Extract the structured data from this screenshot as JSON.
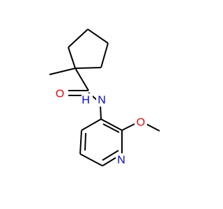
{
  "molecule": {
    "colors": {
      "bond": "#000000",
      "carbon": "#000000",
      "oxygen": "#ff0000",
      "nitrogen_pyridine": "#0000ff",
      "nitrogen_amide": "#0000ff",
      "background": "#ffffff"
    },
    "labels": {
      "amide_oxygen": "O",
      "amide_nitrogen": "N",
      "amide_hydrogen": "H",
      "ether_oxygen": "O",
      "ring_nitrogen": "N"
    }
  }
}
